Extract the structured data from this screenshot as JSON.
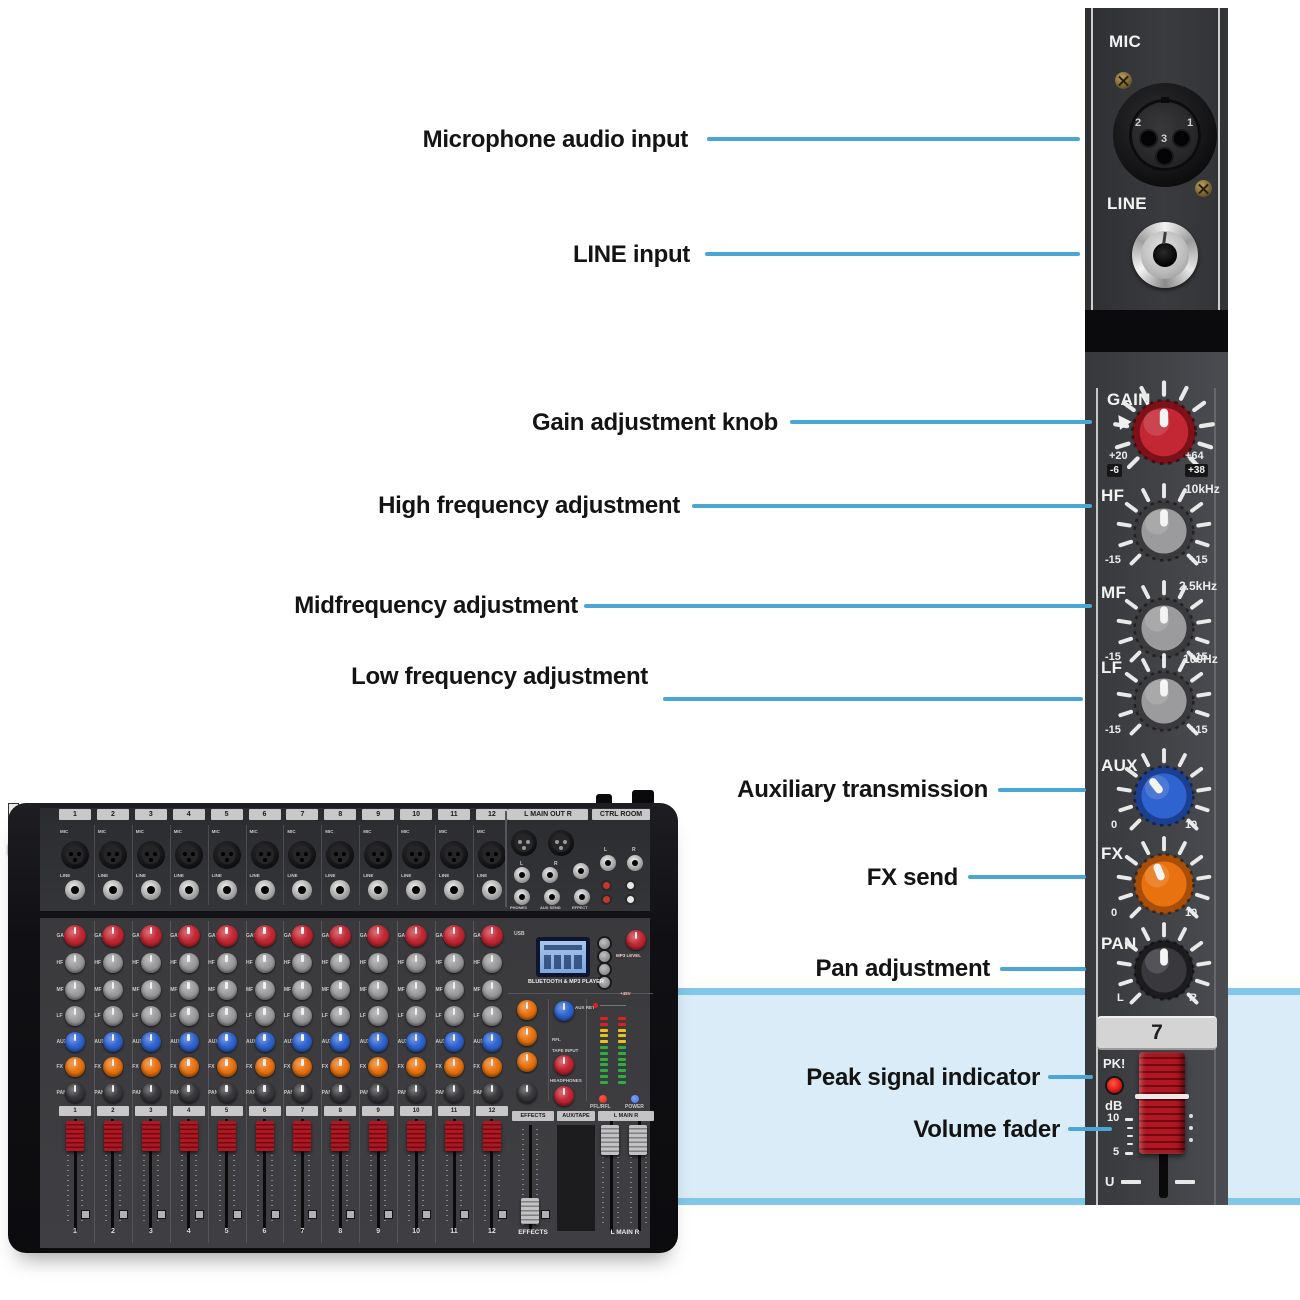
{
  "colors": {
    "accent_line": "#4aa6d4",
    "band_fill": "#d9ecf7",
    "band_border": "#82c6e9",
    "knob_gain": "#c22733",
    "knob_gain_skirt": "#7d1119",
    "knob_eq": "#9b9b9d",
    "knob_eq_skirt": "#3a3a3c",
    "knob_aux": "#2f63cf",
    "knob_aux_skirt": "#1d3f92",
    "knob_fx": "#e8720f",
    "knob_fx_skirt": "#a84e08",
    "knob_pan": "#39393d",
    "knob_pan_skirt": "#1c1c1e",
    "fader_red": "#b01722",
    "led_peak": "#e01818",
    "led_power": "#3b6fe0",
    "meter_red": "#e02020",
    "meter_yellow": "#e8c020",
    "meter_green": "#2fae3f"
  },
  "callouts": [
    {
      "label": "Microphone audio input"
    },
    {
      "label": "LINE input"
    },
    {
      "label": "Gain adjustment knob"
    },
    {
      "label": "High frequency adjustment"
    },
    {
      "label": "Midfrequency adjustment"
    },
    {
      "label": "Low frequency adjustment"
    },
    {
      "label": "Auxiliary transmission"
    },
    {
      "label": "FX send"
    },
    {
      "label": "Pan adjustment"
    },
    {
      "label": "Peak signal indicator"
    },
    {
      "label": "Volume fader"
    }
  ],
  "strip": {
    "mic_label": "MIC",
    "line_label": "LINE",
    "xlr_pin_left": "2",
    "xlr_pin_right": "1",
    "xlr_pin_bottom": "3",
    "gain": {
      "label": "GAIN",
      "left_top": "+20",
      "left_bottom": "-6",
      "right_top": "+64",
      "right_bottom": "+38"
    },
    "hf": {
      "label": "HF",
      "freq": "10kHz",
      "min": "-15",
      "max": "+15"
    },
    "mf": {
      "label": "MF",
      "freq": "2.5kHz",
      "min": "-15",
      "max": "+15"
    },
    "lf": {
      "label": "LF",
      "freq": "100Hz",
      "min": "-15",
      "max": "+15"
    },
    "aux": {
      "label": "AUX",
      "min": "0",
      "max": "10"
    },
    "fx": {
      "label": "FX",
      "min": "0",
      "max": "10"
    },
    "pan": {
      "label": "PAN",
      "min": "L",
      "max": "R"
    },
    "channel_number": "7",
    "peak_label": "PK!",
    "db_label": "dB",
    "mark_10": "10",
    "mark_5": "5",
    "mark_u": "U"
  },
  "mixer": {
    "channels": [
      "1",
      "2",
      "3",
      "4",
      "5",
      "6",
      "7",
      "8",
      "9",
      "10",
      "11",
      "12"
    ],
    "knob_labels": [
      "GAIN",
      "HF",
      "MF",
      "LF",
      "AUX",
      "FX",
      "PAN"
    ],
    "mic_label": "MIC",
    "line_label": "LINE",
    "main_out_label": "L MAIN OUT R",
    "ctrl_room_label": "CTRL ROOM",
    "phones_label": "PHONES",
    "aux_send_label": "AUX SEND",
    "effect_label": "EFFECT",
    "jack_l": "L",
    "jack_r": "R",
    "usb_label": "USB",
    "player_label": "BLUETOOTH & MP3 PLAYER",
    "mp3_level_label": "MP3 LEVEL",
    "p48_label": "+48V",
    "aux_ret_label": "AUX RET",
    "rfl_label": "RFL",
    "tape_input_label": "TAPE INPUT",
    "headphones_label": "HEADPHONES",
    "pfl_rfl_label": "PFL/RFL",
    "power_label": "POWER",
    "effects_label": "EFFECTS",
    "aux_tape_label": "AUX/TAPE",
    "main_fader_label": "L MAIN R"
  }
}
